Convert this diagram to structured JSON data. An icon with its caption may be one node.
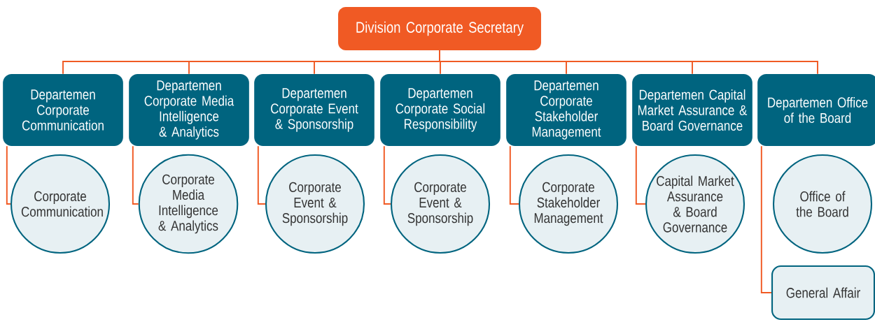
{
  "diagram": {
    "nodes": [
      {
        "text": [
          "Division Corporate Secretary"
        ]
      },
      {
        "text": [
          "Departemen Corporate Communication"
        ]
      },
      {
        "text": [
          "Departemen Corporate Media Intelligence & Analytics"
        ]
      },
      {
        "text": [
          "Departemen Corporate Event & Sponsorship"
        ]
      },
      {
        "text": [
          "Departemen Corporate Social Responsibility"
        ]
      },
      {
        "text": [
          "Departemen Corporate Stakeholder Management"
        ]
      },
      {
        "text": [
          "Departemen Capital Market Assurance & Board Governance"
        ]
      },
      {
        "text": [
          "Departemen Office of the Board"
        ]
      },
      {
        "text": [
          "Corporate Communication"
        ]
      },
      {
        "text": [
          "Corporate Media Intelligence & Analytics"
        ]
      },
      {
        "text": [
          "Corporate Event & Sponsorship"
        ]
      },
      {
        "text": [
          "Corporate Event & Sponsorship"
        ]
      },
      {
        "text": [
          "Corporate Stakeholder Management"
        ]
      },
      {
        "text": [
          "Capital Market Assurance & Board Governance"
        ]
      },
      {
        "text": [
          "Office of the Board"
        ]
      },
      {
        "text": [
          "General Affair"
        ]
      }
    ],
    "edges": [
      {
        "from": 0,
        "to": 1,
        "arrow": "none"
      },
      {
        "from": 0,
        "to": 2,
        "arrow": "none"
      },
      {
        "from": 0,
        "to": 3,
        "arrow": "none"
      },
      {
        "from": 0,
        "to": 4,
        "arrow": "none"
      },
      {
        "from": 0,
        "to": 5,
        "arrow": "none"
      },
      {
        "from": 0,
        "to": 6,
        "arrow": "none"
      },
      {
        "from": 0,
        "to": 7,
        "arrow": "none"
      },
      {
        "from": 1,
        "to": 8,
        "arrow": "none"
      },
      {
        "from": 2,
        "to": 9,
        "arrow": "none"
      },
      {
        "from": 3,
        "to": 10,
        "arrow": "none"
      },
      {
        "from": 4,
        "to": 11,
        "arrow": "none"
      },
      {
        "from": 5,
        "to": 12,
        "arrow": "none"
      },
      {
        "from": 6,
        "to": 13,
        "arrow": "none"
      },
      {
        "from": 7,
        "to": 15,
        "arrow": "none"
      }
    ]
  }
}
